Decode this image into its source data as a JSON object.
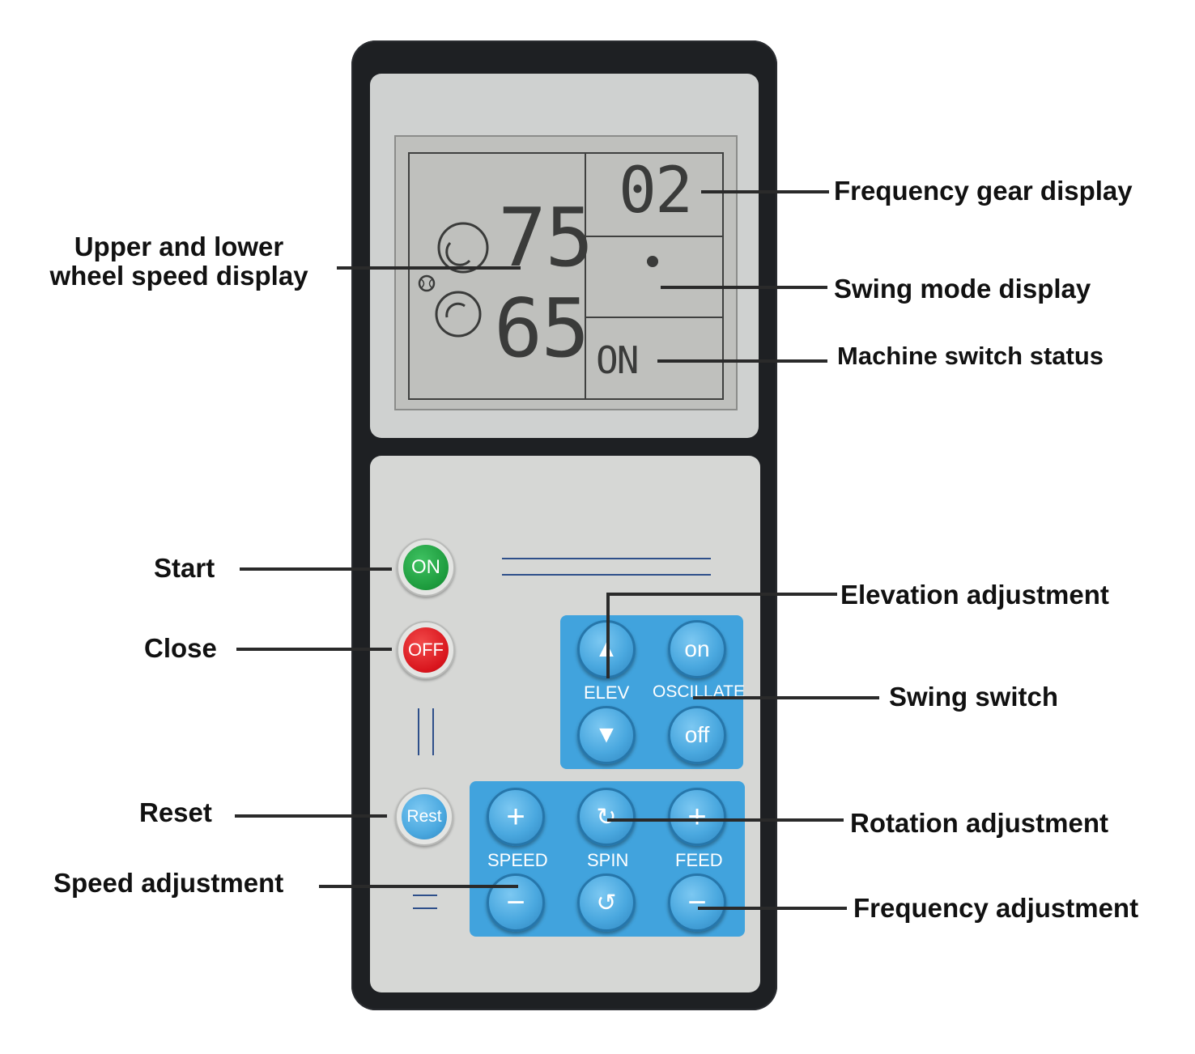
{
  "lcd": {
    "frequency_gear": "02",
    "upper_wheel_speed": "75",
    "lower_wheel_speed": "65",
    "machine_status": "ON"
  },
  "buttons": {
    "on": "ON",
    "off": "OFF",
    "reset": "Rest",
    "elev_label": "ELEV",
    "oscillate_label": "OSCILLATE",
    "oscillate_on": "on",
    "oscillate_off": "off",
    "speed_label": "SPEED",
    "spin_label": "SPIN",
    "feed_label": "FEED"
  },
  "callouts": {
    "frequency_gear_display": "Frequency gear display",
    "wheel_speed_line1": "Upper and lower",
    "wheel_speed_line2": "wheel speed display",
    "swing_mode_display": "Swing mode display",
    "machine_switch_status": "Machine switch status",
    "start": "Start",
    "close": "Close",
    "elevation_adjustment": "Elevation adjustment",
    "swing_switch": "Swing switch",
    "reset": "Reset",
    "rotation_adjustment": "Rotation adjustment",
    "speed_adjustment": "Speed adjustment",
    "frequency_adjustment": "Frequency adjustment"
  },
  "colors": {
    "on_button": "#1c9a3c",
    "off_button": "#d8141c",
    "pad_blue": "#41a3dd",
    "lcd_bg": "#bfc0bd",
    "body": "#1e2023"
  }
}
